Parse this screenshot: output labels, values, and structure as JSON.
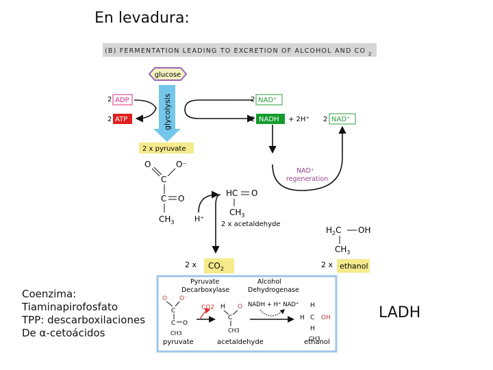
{
  "slide_title": "En levadura:",
  "notes": [
    "Coenzima:",
    "Tiaminapirofosfato",
    "TPP: descarboxilaciones",
    "De α-cetoácidos"
  ],
  "side_label": "LADH",
  "figure": {
    "header": "(B) FERMENTATION LEADING TO EXCRETION OF ALCOHOL AND CO",
    "header_sub": "2",
    "glucose": "glucose",
    "glycolysis": "glycolysis",
    "adp_coef": "2",
    "adp": "ADP",
    "atp_coef": "2",
    "atp": "ATP",
    "pyruvate_box": "2 x pyruvate",
    "nad_top_coef": "2",
    "nad_top": "NAD⁺",
    "nadh_coef": "2",
    "nadh": "NADH",
    "h_plus": "+ 2H⁺",
    "nad_right_coef": "2",
    "nad_right": "NAD⁺",
    "nad_regen_1": "NAD⁺",
    "nad_regen_2": "regeneration",
    "pyr_o_left": "O",
    "pyr_o_right": "O⁻",
    "pyr_c1": "C",
    "pyr_c2": "C",
    "pyr_o3": "O",
    "pyr_ch3": "CH",
    "ch3_sub": "3",
    "h_ion": "H⁺",
    "ald_hc": "HC",
    "ald_o": "O",
    "ald_ch3": "CH",
    "ald_sub": "3",
    "acetaldehyde_label": "2 x acetaldehyde",
    "eth_h2c": "H",
    "eth_h2c_sub": "2",
    "eth_c": "C",
    "eth_oh": "OH",
    "eth_ch3": "CH",
    "eth_sub": "3",
    "co2_coef": "2 x",
    "co2": "CO",
    "co2_sub": "2",
    "ethanol_coef": "2 x",
    "ethanol": "ethanol"
  },
  "inset": {
    "enzyme1_line1": "Pyruvate",
    "enzyme1_line2": "Decarboxylase",
    "enzyme2_line1": "Alcohol",
    "enzyme2_line2": "Dehydrogenase",
    "co2": "CO2",
    "cofactors": "NADH + H⁺  NAD⁺",
    "pyr_o": "O",
    "pyr_ominus": "O⁻",
    "pyr_c": "C",
    "pyr_c2": "C",
    "pyr_o2": "O",
    "pyr_ch3": "CH3",
    "ald_h": "H",
    "ald_c": "C",
    "ald_o": "O",
    "ald_ch3": "CH3",
    "eth_h1": "H",
    "eth_h": "H",
    "eth_c": "C",
    "eth_oh": "OH",
    "eth_h3": "H",
    "eth_ch3": "CH3",
    "pyruvate_label": "pyruvate",
    "acetaldehyde_label": "acetaldehyde",
    "ethanol_label": "ethanol"
  },
  "colors": {
    "header_bg": "#d6d6d6",
    "adp_magenta": "#d9287f",
    "atp_red": "#e0201f",
    "nad_green": "#2a9d3a",
    "nadh_green": "#149b2e",
    "regen_purple": "#9b3f95",
    "glycolysis_blue": "#74c7ea",
    "pyruvate_yellow": "#f5ea8c",
    "inset_border": "#9fc5e8",
    "inset_red": "#e03030"
  }
}
